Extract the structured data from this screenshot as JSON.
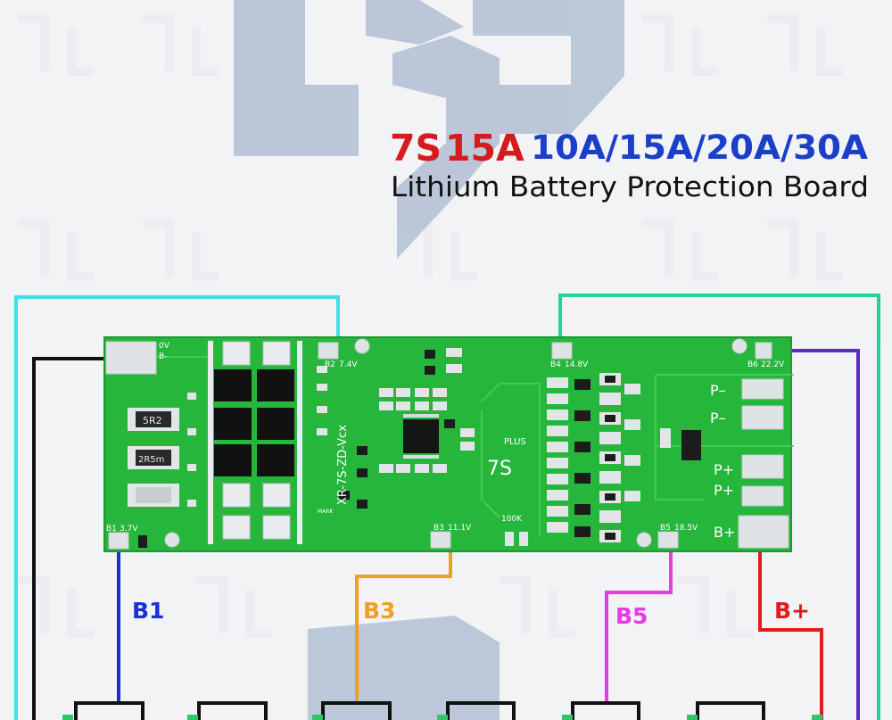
{
  "header": {
    "title_series": "7S",
    "title_current": "15A",
    "title_options": "10A/15A/20A/30A",
    "subtitle": "Lithium Battery Protection Board"
  },
  "board": {
    "pads": {
      "zero_volt": "0V",
      "b_minus": "B-",
      "b1": "B1",
      "b1_v": "3.7V",
      "b2": "B2",
      "b2_v": "7.4V",
      "b3": "B3",
      "b3_v": "11.1V",
      "b4": "B4",
      "b4_v": "14.8V",
      "b5": "B5",
      "b5_v": "18.5V",
      "b6": "B6",
      "b6_v": "22.2V"
    },
    "outputs": [
      "P–",
      "P–",
      "P+",
      "P+",
      "B+"
    ],
    "silkscreen": {
      "model": "XR-7S-ZD-Vcx",
      "plus": "PLUS",
      "series": "7S",
      "resistor_note": "100K",
      "sense_r1": "5R2",
      "sense_r2": "2R5m",
      "mark": "MARK"
    }
  },
  "wire_labels": {
    "b1": "B1",
    "b3": "B3",
    "b5": "B5",
    "bplus": "B+"
  },
  "colors": {
    "title_red": "#d61b1f",
    "title_blue": "#1b3fc8",
    "pcb_green": "#27b63c",
    "wire_cyan": "#3fe0e4",
    "wire_teal": "#1fd39a",
    "wire_black": "#111111",
    "wire_blue": "#1a2fd8",
    "wire_orange": "#f0a020",
    "wire_magenta": "#e83ae6",
    "wire_red": "#e21b1b",
    "wire_purple": "#5a2bc8"
  }
}
